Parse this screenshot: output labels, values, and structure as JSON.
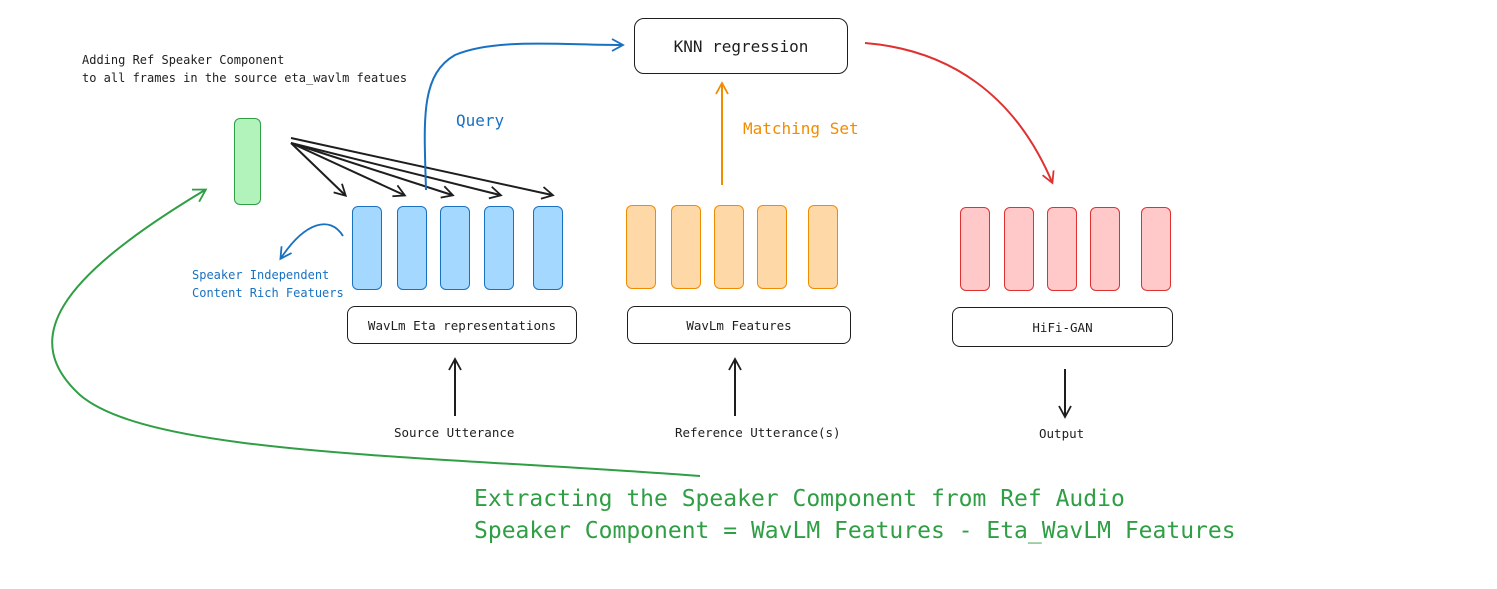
{
  "boxes": {
    "knn": "KNN regression",
    "wavlm_eta": "WavLm Eta representations",
    "wavlm_features": "WavLm Features",
    "hifigan": "HiFi-GAN"
  },
  "labels": {
    "adding_ref_line1": "Adding Ref Speaker Component",
    "adding_ref_line2": "to all frames in the source eta_wavlm featues",
    "query": "Query",
    "matching_set": "Matching Set",
    "speaker_independent_line1": "Speaker Independent",
    "speaker_independent_line2": "Content Rich Featuers",
    "source_utterance": "Source Utterance",
    "reference_utterance": "Reference Utterance(s)",
    "output": "Output",
    "extracting_line1": "Extracting the Speaker Component from Ref Audio",
    "extracting_line2": "Speaker Component = WavLM Features - Eta_WavLM Features"
  },
  "colors": {
    "blue": "#1971c2",
    "orange": "#f08c00",
    "red": "#e03131",
    "green": "#2f9e44",
    "ink": "#1e1e1e"
  }
}
